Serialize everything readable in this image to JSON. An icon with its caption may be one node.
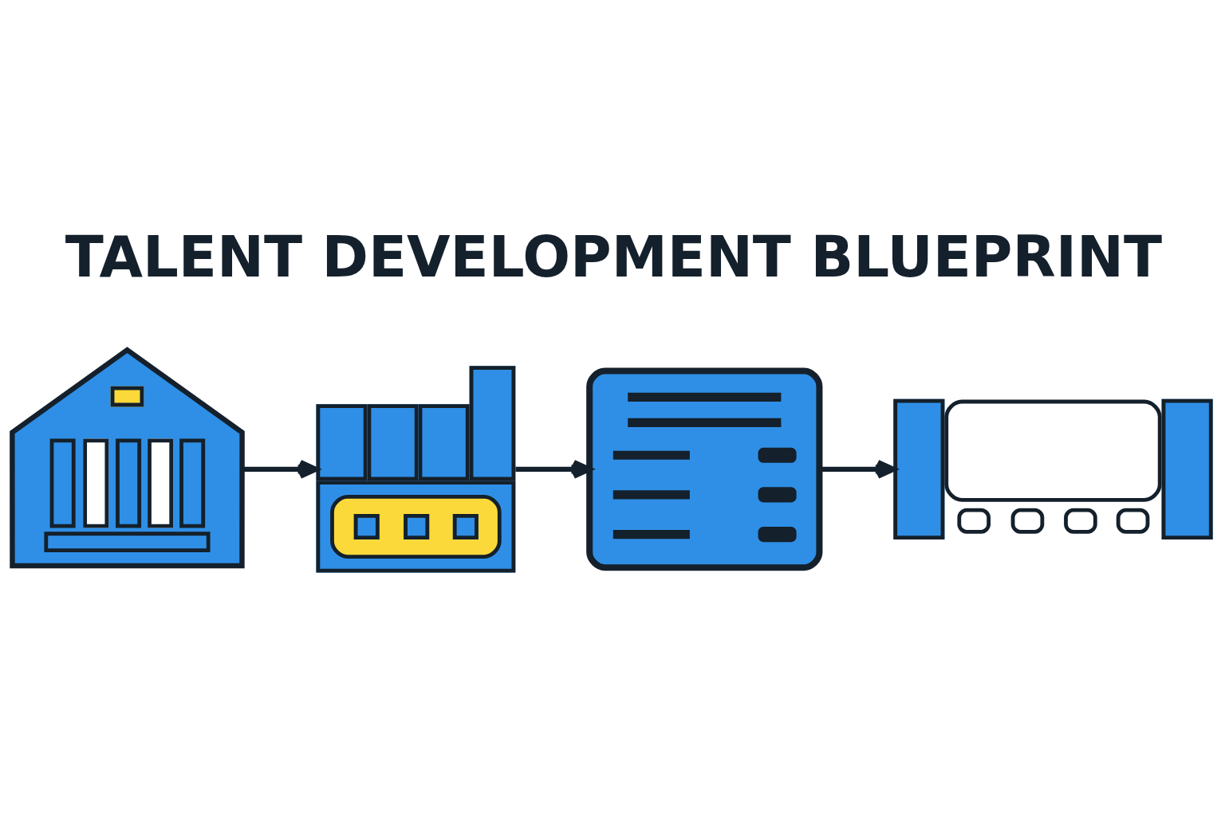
{
  "diagram": {
    "title": "TALENT DEVELOPMENT BLUEPRINT",
    "nodes": [
      {
        "text": [],
        "shape": "picture"
      },
      {
        "text": [],
        "shape": "picture"
      },
      {
        "text": [],
        "shape": "picture"
      },
      {
        "text": [],
        "shape": "picture"
      }
    ],
    "edges": [
      {
        "from": 0,
        "to": 1,
        "arrow": "to"
      },
      {
        "from": 1,
        "to": 2,
        "arrow": "to"
      },
      {
        "from": 2,
        "to": 3,
        "arrow": "to"
      }
    ]
  }
}
